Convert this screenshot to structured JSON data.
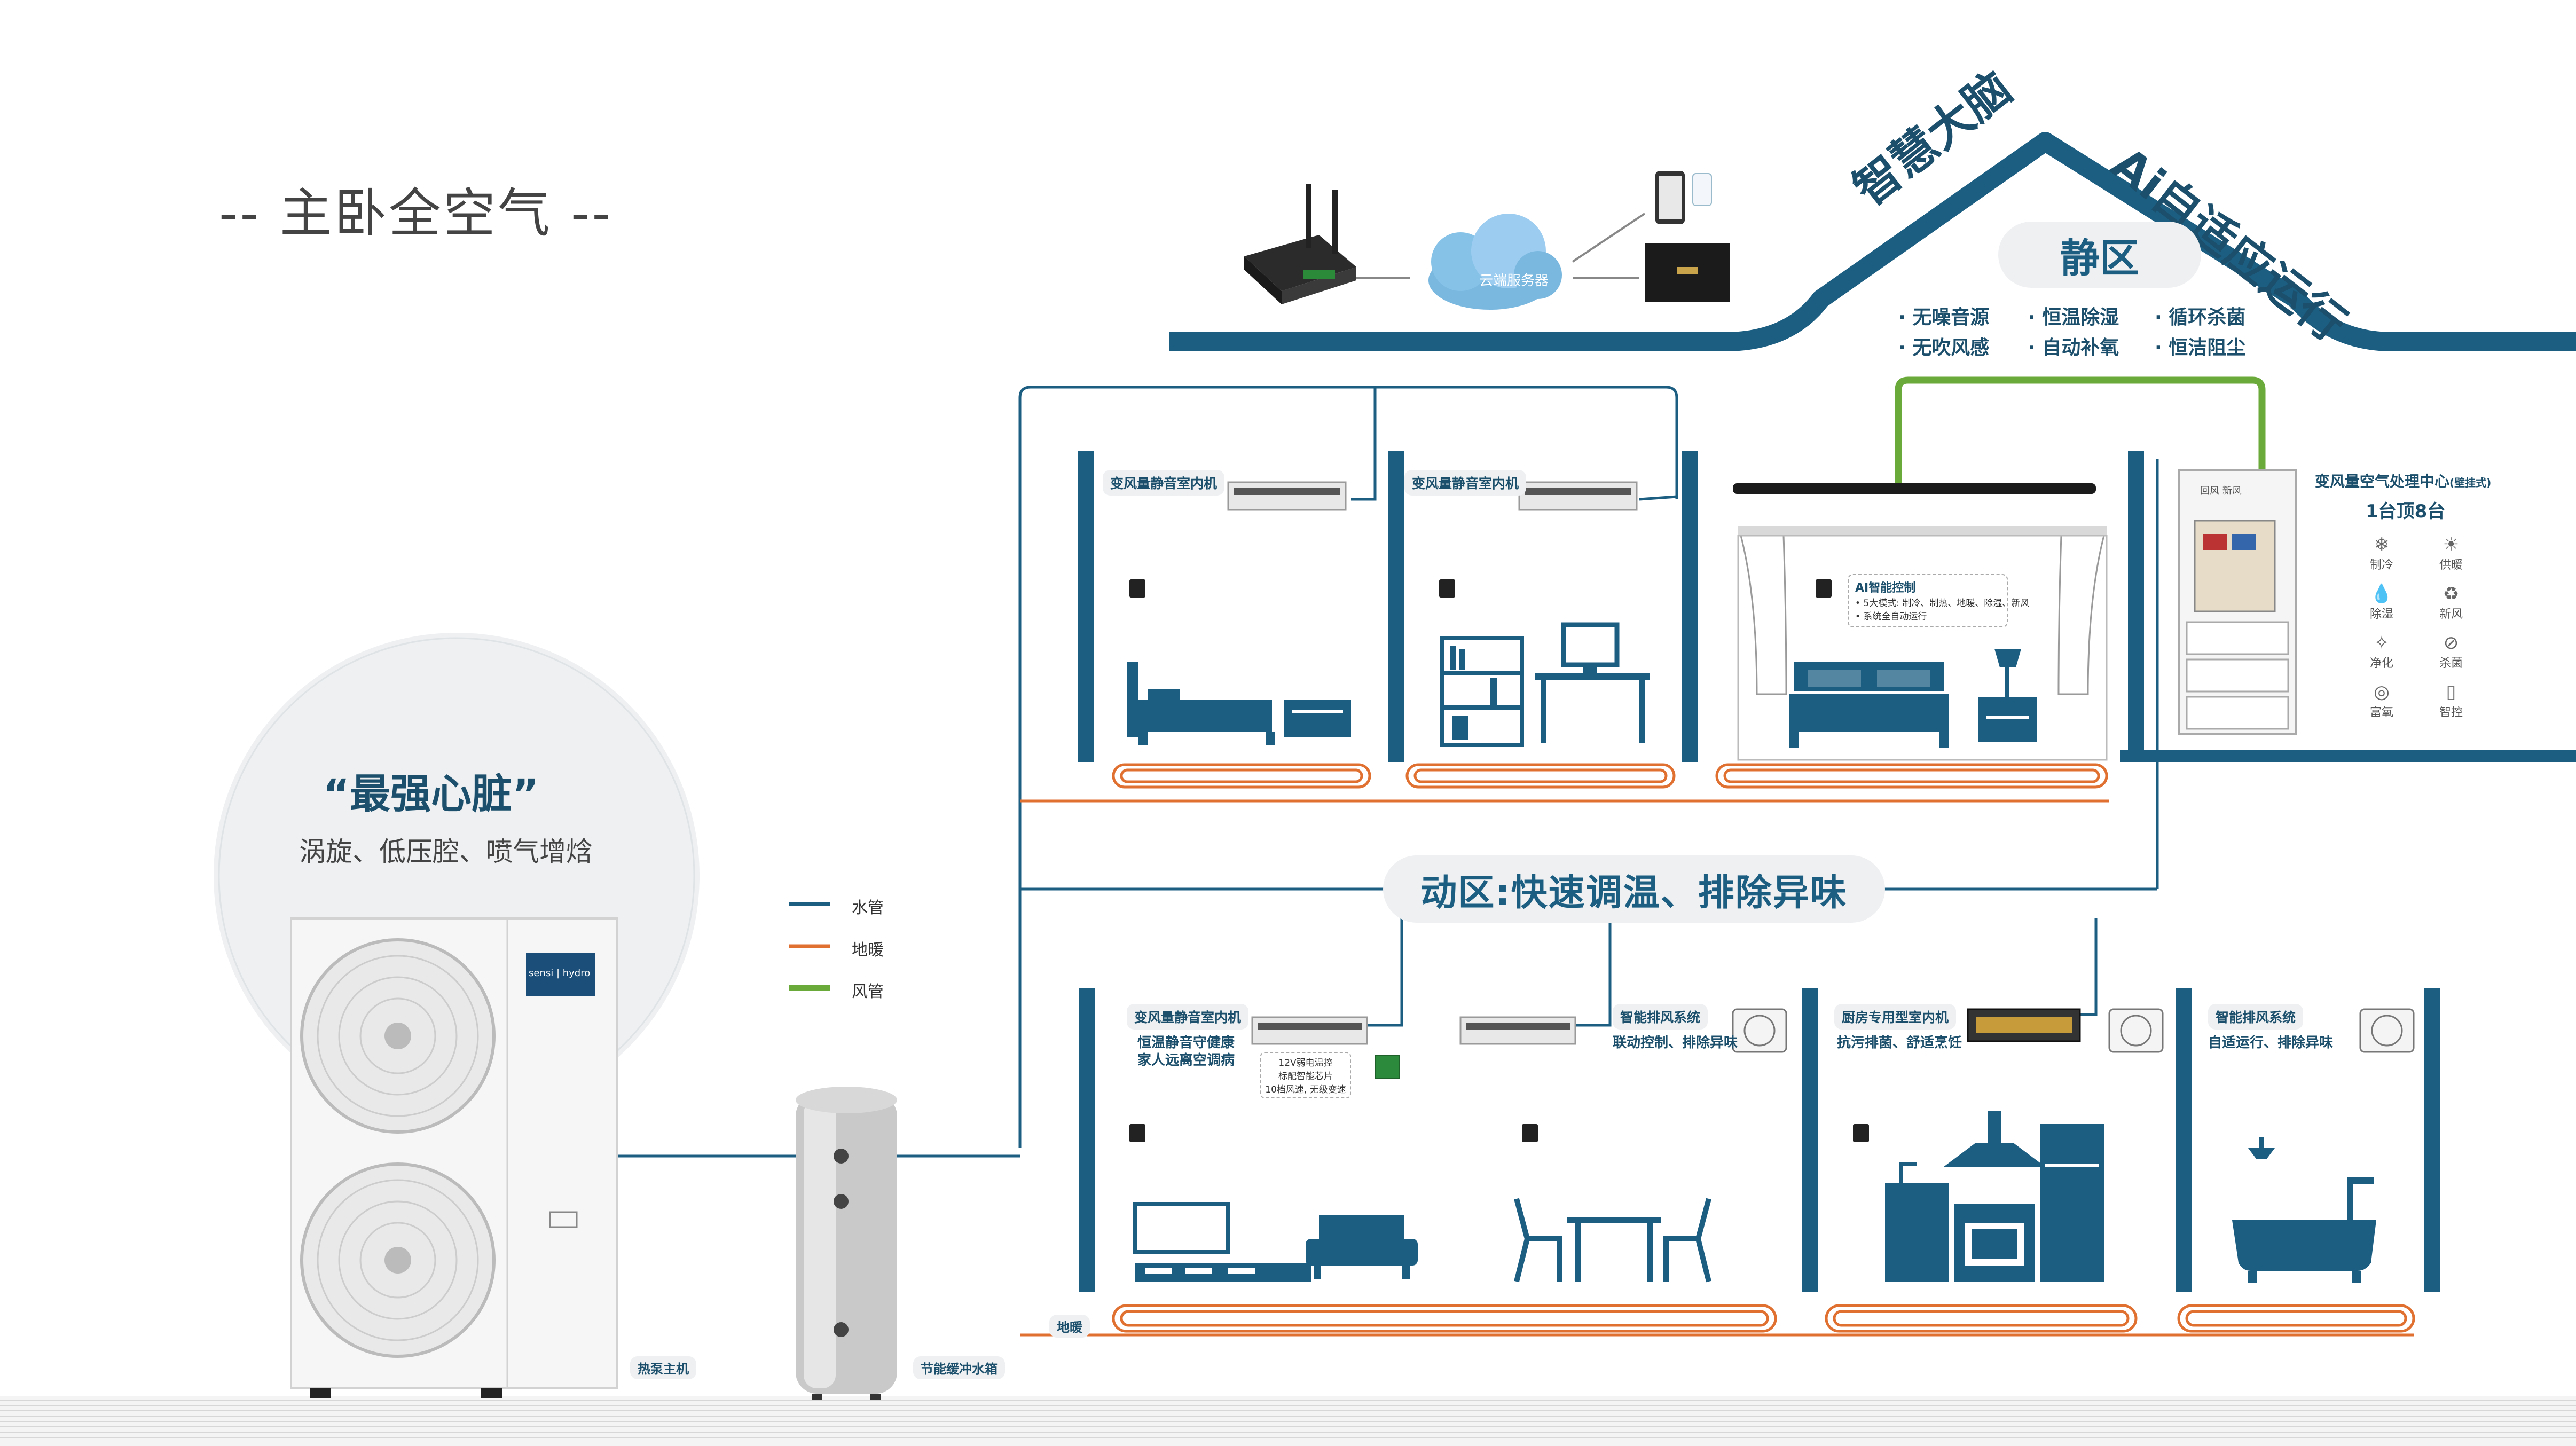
{
  "page_title": "-- 主卧全空气 --",
  "roof": {
    "brain": "智慧大脑",
    "ai": "Ai自适应运行",
    "quiet_zone": "静区",
    "features": [
      "· 无噪音源",
      "· 恒温除湿",
      "· 循环杀菌",
      "· 无吹风感",
      "· 自动补氧",
      "· 恒洁阻尘"
    ]
  },
  "cloud_label": "云端服务器",
  "rooms": {
    "bedroom1_label": "变风量静音室内机",
    "bedroom2_label": "变风量静音室内机",
    "master_ai": {
      "title": "AI智能控制",
      "lines": [
        "• 5大模式: 制冷、制热、地暖、除湿、新风",
        "• 系统全自动运行"
      ]
    },
    "air_center": {
      "cabinet_label": "回风  新风",
      "title": "变风量空气处理中心",
      "title_note": "(壁挂式)",
      "subtitle": "1台顶8台",
      "functions": [
        "制冷",
        "供暖",
        "除湿",
        "新风",
        "净化",
        "杀菌",
        "富氧",
        "智控"
      ]
    }
  },
  "dynamic_zone": "动区:快速调温、排除异味",
  "lower": {
    "living": {
      "label": "变风量静音室内机",
      "sub1": "恒温静音守健康",
      "sub2": "家人远离空调病",
      "note1": "12V弱电温控",
      "note2": "标配智能芯片",
      "note3": "10档风速, 无级变速"
    },
    "dining": {
      "label": "智能排风系统",
      "sub": "联动控制、排除异味"
    },
    "kitchen": {
      "label": "厨房专用型室内机",
      "sub": "抗污排菌、舒适烹饪"
    },
    "bath": {
      "label": "智能排风系统",
      "sub": "自适运行、排除异味"
    },
    "floor_label": "地暖"
  },
  "legend": [
    {
      "label": "水管",
      "color": "#1b5e82"
    },
    {
      "label": "地暖",
      "color": "#e07030"
    },
    {
      "label": "风管",
      "color": "#6aaa3a"
    }
  ],
  "hero": {
    "quote": "“最强心脏”",
    "sub": "涡旋、低压腔、喷气增焓",
    "brand": "sensi | hydro"
  },
  "heat_pump_label": "热泵主机",
  "tank_label": "节能缓冲水箱",
  "colors": {
    "navy": "#1b5e82",
    "dark": "#1b4f6b",
    "orange": "#e07030",
    "green": "#6aaa3a"
  },
  "icons": [
    "router-icon",
    "cloud-icon",
    "phone-icon",
    "tv-icon",
    "bed-icon",
    "desk-icon",
    "sofa-icon",
    "kitchen-icon",
    "bathtub-icon"
  ]
}
